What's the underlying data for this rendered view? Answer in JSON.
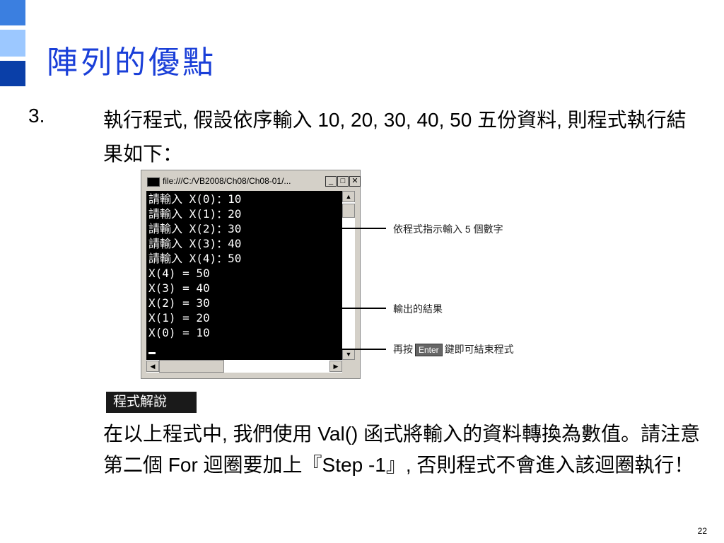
{
  "slide": {
    "title": "陣列的優點",
    "item_number": "3.",
    "paragraph1": "執行程式, 假設依序輸入 10, 20, 30, 40, 50 五份資料, 則程式執行結果如下：",
    "badge": "程式解說",
    "paragraph2": "在以上程式中, 我們使用 Val() 函式將輸入的資料轉換為數值。請注意第二個 For 迴圈要加上『Step -1』, 否則程式不會進入該迴圈執行！",
    "page_number": "22"
  },
  "console_window": {
    "title": "file:///C:/VB2008/Ch08/Ch08-01/...",
    "minimize": "_",
    "maximize": "□",
    "close": "✕",
    "lines": [
      "請輸入 X(0)：10",
      "請輸入 X(1)：20",
      "請輸入 X(2)：30",
      "請輸入 X(3)：40",
      "請輸入 X(4)：50",
      "X(4) = 50",
      "X(3) = 40",
      "X(2) = 30",
      "X(1) = 20",
      "X(0) = 10"
    ]
  },
  "annotations": {
    "input": "依程式指示輸入 5 個數字",
    "output": "輸出的結果",
    "end_prefix": "再按",
    "end_key": "Enter",
    "end_suffix": "鍵即可結束程式"
  },
  "colors": {
    "title": "#1a3fd8",
    "square_light": "#9cc8ff",
    "square_mid": "#3b7fe0",
    "square_dark": "#0a3fa8"
  },
  "icons": {
    "window_icon": "console-icon",
    "scroll_up": "▲",
    "scroll_down": "▼",
    "scroll_left": "◀",
    "scroll_right": "▶"
  }
}
